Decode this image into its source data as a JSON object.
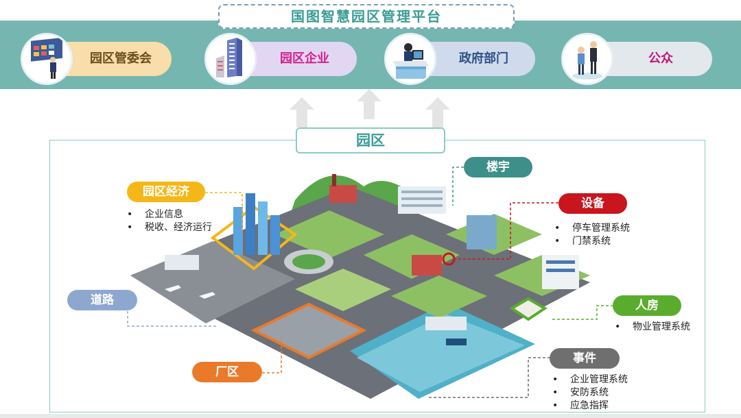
{
  "platform": {
    "title": "国图智慧园区管理平台"
  },
  "stakeholders": [
    {
      "label": "园区管委会",
      "icon": "management-committee-icon"
    },
    {
      "label": "园区企业",
      "icon": "enterprise-building-icon"
    },
    {
      "label": "政府部门",
      "icon": "government-office-icon"
    },
    {
      "label": "公众",
      "icon": "public-people-icon"
    }
  ],
  "park": {
    "title": "园区"
  },
  "tags": {
    "economy": {
      "label": "园区经济",
      "items": [
        "企业信息",
        "税收、经济运行"
      ],
      "color": "#f5b718"
    },
    "building": {
      "label": "楼宇",
      "color": "#3e8f8a"
    },
    "equipment": {
      "label": "设备",
      "items": [
        "停车管理系统",
        "门禁系统"
      ],
      "color": "#c9151e"
    },
    "road": {
      "label": "道路",
      "color": "#8ea7cf"
    },
    "housing": {
      "label": "人房",
      "items": [
        "物业管理系统"
      ],
      "color": "#5aac2f"
    },
    "factory": {
      "label": "厂区",
      "color": "#ea7a2a"
    },
    "event": {
      "label": "事件",
      "items": [
        "企业管理系统",
        "安防系统",
        "应急指挥"
      ],
      "color": "#6f6f6f"
    }
  },
  "colors": {
    "band": "#76b6b0",
    "accent": "#3a9c93"
  }
}
